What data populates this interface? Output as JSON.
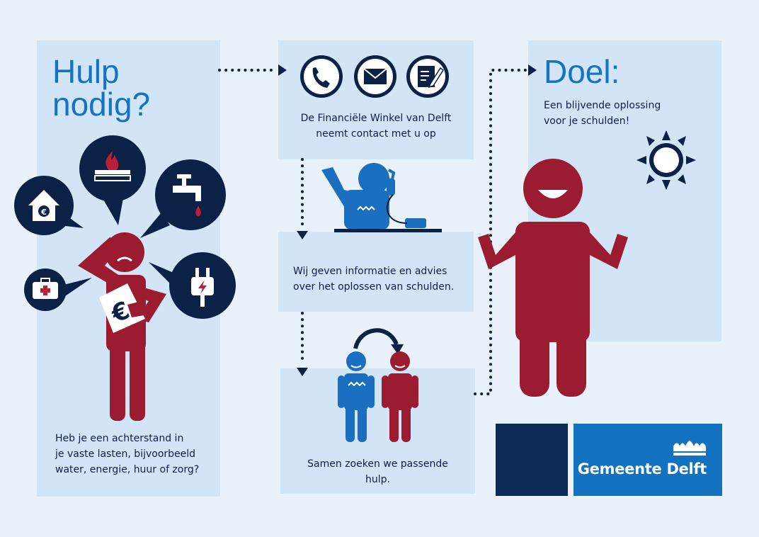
{
  "step1": {
    "title_line1": "Hulp",
    "title_line2": "nodig?",
    "text_lines": [
      "Heb je een achterstand in",
      "je vaste lasten, bijvoorbeeld",
      "water, energie, huur of zorg?"
    ]
  },
  "step2": {
    "text_lines": [
      "De Financiële Winkel van Delft",
      "neemt contact met u op"
    ]
  },
  "step3": {
    "text_lines": [
      "Wij geven informatie en advies",
      "over het oplossen van schulden."
    ]
  },
  "step4": {
    "text_lines": [
      "Samen zoeken we passende",
      "hulp."
    ]
  },
  "goal": {
    "title": "Doel:",
    "text_lines": [
      "Een blijvende oplossing",
      "voor je schulden!"
    ]
  },
  "logo": {
    "text": "Gemeente Delft",
    "icon": "delft-crown-icon"
  },
  "icons": [
    "house-euro-icon",
    "stove-flame-icon",
    "water-tap-icon",
    "medical-kit-icon",
    "power-plug-icon",
    "phone-icon",
    "envelope-icon",
    "document-pen-icon",
    "sun-icon"
  ],
  "colors": {
    "background": "#e9f2fb",
    "panel": "#d2e5f6",
    "accent_blue": "#1672c2",
    "navy": "#0b2145",
    "figure_red": "#9b1b30",
    "logo_dark": "#0c2a55",
    "logo_blue": "#1272bf"
  }
}
